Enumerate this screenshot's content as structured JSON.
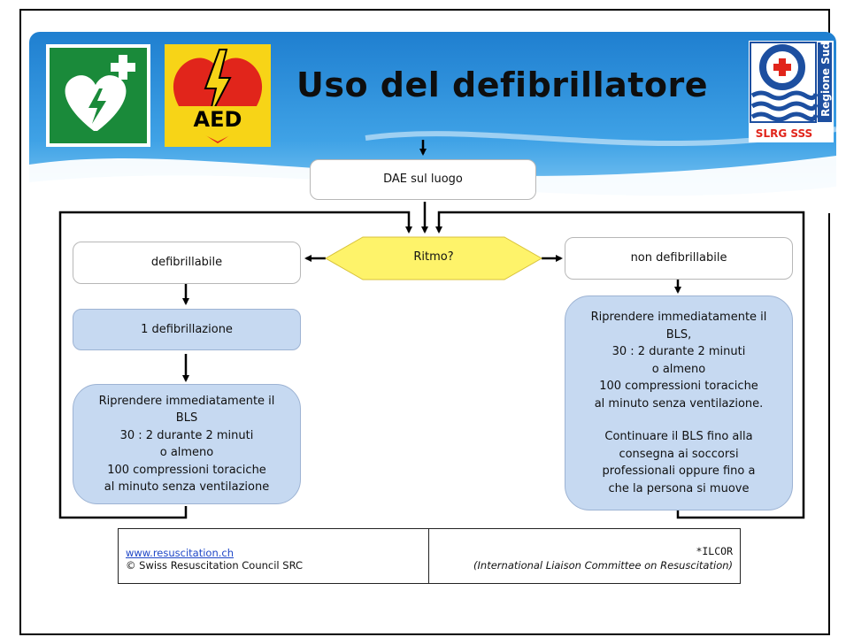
{
  "title": "Uso del defibrillatore",
  "logos": {
    "aed_badge": "AED",
    "slrg_text": "SLRG SSS",
    "region_text": "Regione Sud"
  },
  "flow": {
    "start": "DAE sul luogo",
    "decision": "Ritmo?",
    "left_branch": "defibrillabile",
    "right_branch": "non defibrillabile",
    "shock": "1 defibrillazione",
    "left_resume_lines": [
      "Riprendere immediatamente il",
      "BLS",
      "30 : 2 durante 2 minuti",
      "o almeno",
      "100 compressioni toraciche",
      "al minuto senza ventilazione"
    ],
    "right_resume_lines": [
      "Riprendere immediatamente il",
      "BLS,",
      "30 : 2 durante 2 minuti",
      "o almeno",
      "100 compressioni toraciche",
      "al minuto senza ventilazione.",
      "",
      "Continuare il BLS fino alla",
      "consegna ai soccorsi",
      "professionali oppure fino a",
      "che la persona si muove"
    ]
  },
  "footer": {
    "link": "www.resuscitation.ch",
    "copyright": "© Swiss Resuscitation Council SRC",
    "ilcor": "*ILCOR",
    "ilcor_full": "(International Liaison Committee on Resuscitation)"
  },
  "colors": {
    "sky": "#2f8fd4",
    "blue_box": "#c6d9f1",
    "decision": "#fef36a",
    "green_sign": "#1a8a3a",
    "aed_red": "#e1251b",
    "aed_yellow": "#f7d417"
  }
}
